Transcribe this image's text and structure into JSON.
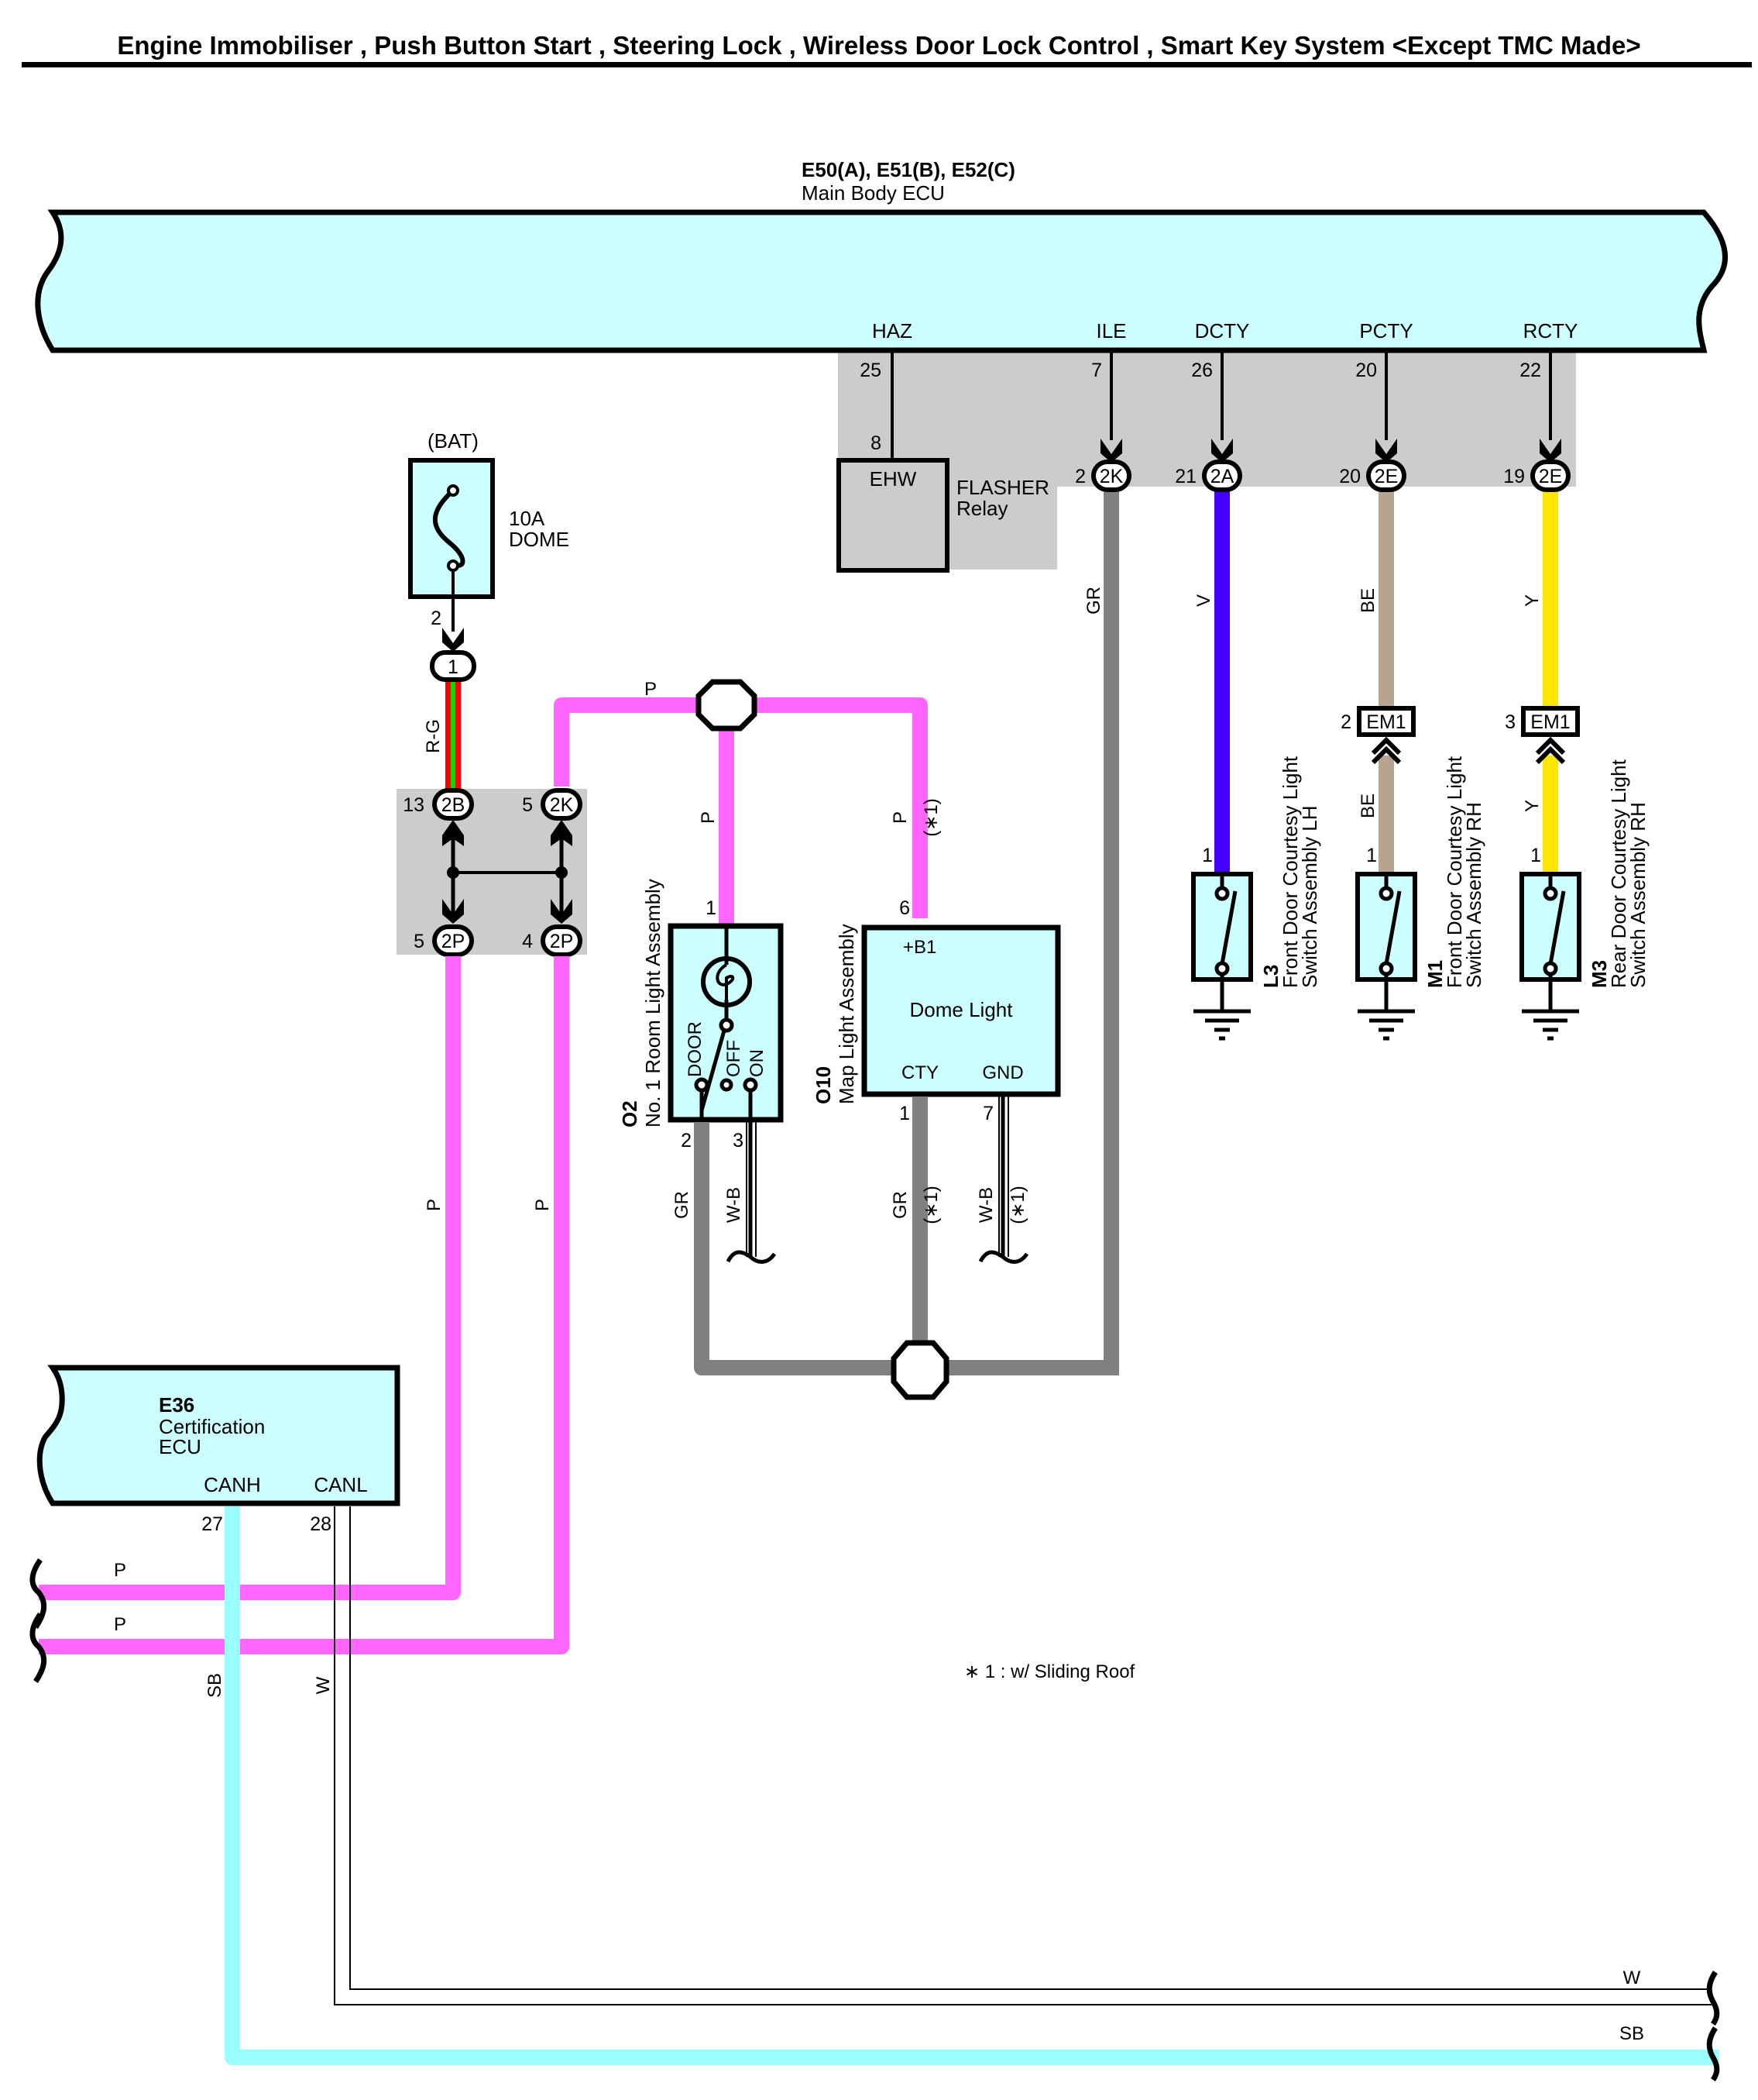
{
  "page_title": "Engine Immobiliser , Push Button Start , Steering Lock , Wireless Door Lock Control , Smart Key System <Except TMC Made>",
  "colors": {
    "component_fill": "#ccffff",
    "junction_block_fill": "#cccccc",
    "wire_P": "#ff66ff",
    "wire_GR": "#808080",
    "wire_V": "#4400ff",
    "wire_BE": "#b8a390",
    "wire_Y": "#ffe600",
    "wire_SB": "#99ffff",
    "wire_R": "#ff0000",
    "wire_G": "#00dd00",
    "wire_W": "#ffffff"
  },
  "main_body_ecu": {
    "connectors": "E50(A), E51(B), E52(C)",
    "name": "Main Body ECU",
    "terminals": [
      {
        "name": "HAZ",
        "pin": "25"
      },
      {
        "name": "ILE",
        "pin": "7"
      },
      {
        "name": "DCTY",
        "pin": "26"
      },
      {
        "name": "PCTY",
        "pin": "20"
      },
      {
        "name": "RCTY",
        "pin": "22"
      }
    ]
  },
  "flasher_relay": {
    "pin": "8",
    "terminal": "EHW",
    "name_line1": "FLASHER",
    "name_line2": "Relay"
  },
  "ecu_junction_connectors": [
    {
      "pin": "2",
      "code": "2K",
      "wire": "GR"
    },
    {
      "pin": "21",
      "code": "2A",
      "wire": "V"
    },
    {
      "pin": "20",
      "code": "2E",
      "wire": "BE"
    },
    {
      "pin": "19",
      "code": "2E",
      "wire": "Y"
    }
  ],
  "fuse": {
    "source": "(BAT)",
    "rating": "10A",
    "name": "DOME",
    "pin": "2",
    "connector": "1",
    "wire": "R-G"
  },
  "junction_block": {
    "top_left": {
      "pin": "13",
      "code": "2B"
    },
    "top_right": {
      "pin": "5",
      "code": "2K"
    },
    "bottom_left": {
      "pin": "5",
      "code": "2P"
    },
    "bottom_right": {
      "pin": "4",
      "code": "2P"
    }
  },
  "room_light": {
    "code": "O2",
    "name": "No. 1 Room Light Assembly",
    "pin_in": "1",
    "pin_door": "2",
    "pin_on": "3",
    "switch_labels": [
      "DOOR",
      "OFF",
      "ON"
    ],
    "wire_in": "P",
    "wire_door": "GR",
    "wire_on": "W-B"
  },
  "map_light": {
    "code": "O10",
    "name": "Map Light Assembly",
    "pin_b1": "6",
    "pin_cty": "1",
    "pin_gnd": "7",
    "terminal_b1": "+B1",
    "terminal_cty": "CTY",
    "terminal_gnd": "GND",
    "title": "Dome Light",
    "wire_in": "P",
    "wire_cty": "GR",
    "wire_gnd": "W-B",
    "note_ref": "(∗1)"
  },
  "courtesy_switches": [
    {
      "code": "L3",
      "line1": "Front Door Courtesy Light",
      "line2": "Switch Assembly LH",
      "pin": "1",
      "wire": "V"
    },
    {
      "code": "M1",
      "line1": "Front Door Courtesy Light",
      "line2": "Switch Assembly RH",
      "pin": "1",
      "wire": "BE",
      "inline_pin": "2",
      "inline_code": "EM1"
    },
    {
      "code": "M3",
      "line1": "Rear Door Courtesy Light",
      "line2": "Switch Assembly RH",
      "pin": "1",
      "wire": "Y",
      "inline_pin": "3",
      "inline_code": "EM1"
    }
  ],
  "certification_ecu": {
    "code": "E36",
    "line1": "Certification",
    "line2": "ECU",
    "terminals": [
      {
        "name": "CANH",
        "pin": "27",
        "wire": "SB"
      },
      {
        "name": "CANL",
        "pin": "28",
        "wire": "W"
      }
    ]
  },
  "wire_labels": {
    "pink_top": "P",
    "pink_branch": "P",
    "pink_left_run": "P",
    "pink_right_run": "P",
    "left_stub_1": "P",
    "left_stub_2": "P",
    "ile_wire": "GR",
    "bottom_w": "W",
    "bottom_sb": "SB"
  },
  "footnote": "∗ 1 : w/ Sliding Roof"
}
